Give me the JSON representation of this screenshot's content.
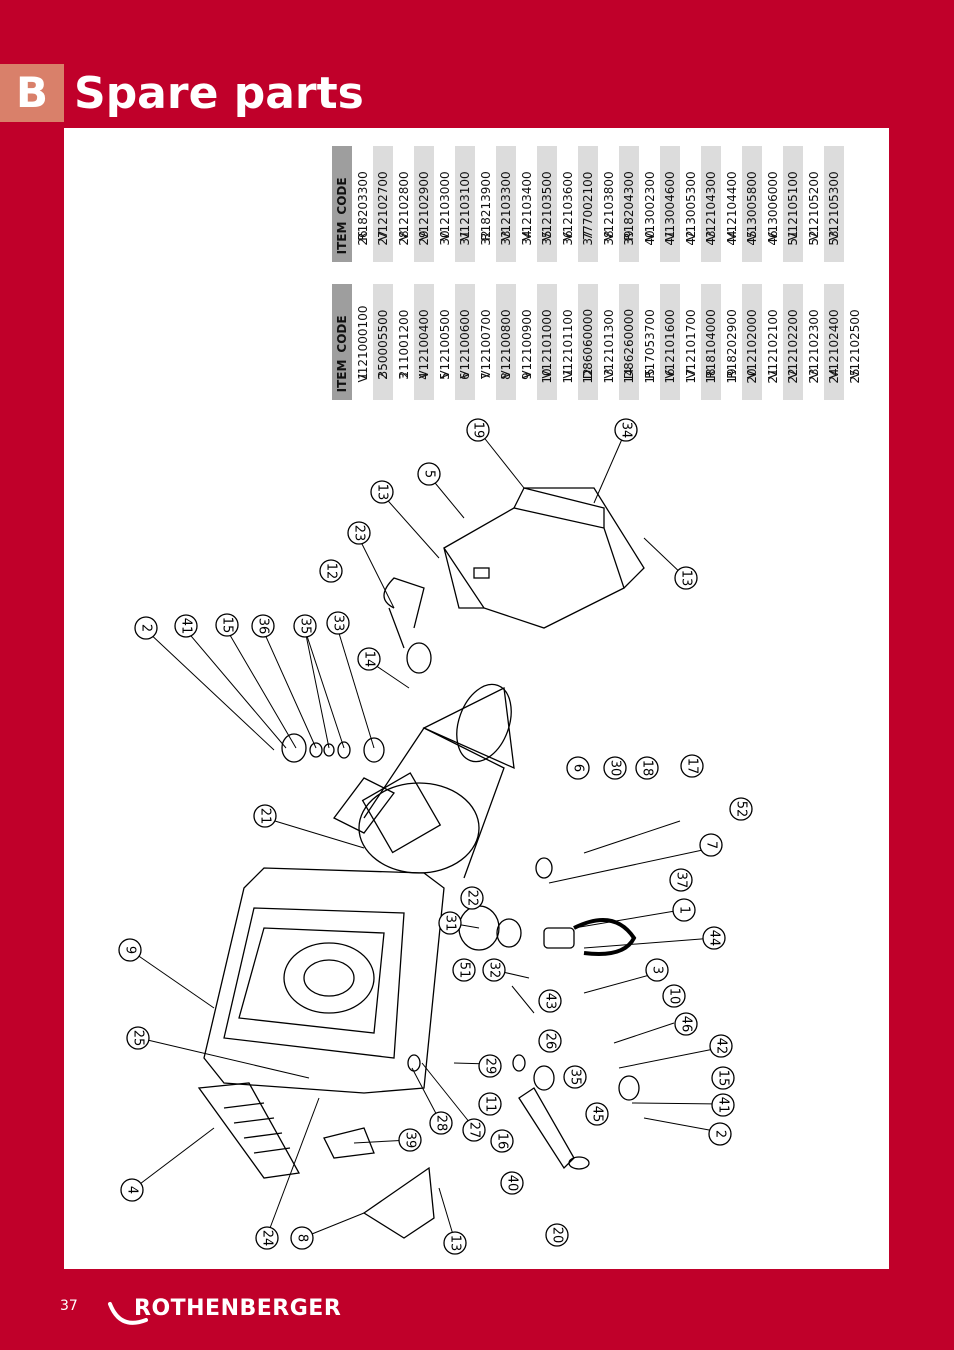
{
  "section": {
    "letter": "B",
    "title": "Spare parts"
  },
  "table": {
    "header_item": "ITEM",
    "header_code": "CODE",
    "left": [
      {
        "item": "1",
        "code": "V12100010​0"
      },
      {
        "item": "2",
        "code": "350005500"
      },
      {
        "item": "3",
        "code": "211001200"
      },
      {
        "item": "4",
        "code": "V12100400"
      },
      {
        "item": "5",
        "code": "V12100500"
      },
      {
        "item": "6",
        "code": "V12100600"
      },
      {
        "item": "7",
        "code": "V12100700"
      },
      {
        "item": "8",
        "code": "V12100800"
      },
      {
        "item": "9",
        "code": "V12100900"
      },
      {
        "item": "10",
        "code": "V12101000"
      },
      {
        "item": "11",
        "code": "V12101100"
      },
      {
        "item": "12",
        "code": "D86060000"
      },
      {
        "item": "13",
        "code": "V12101300"
      },
      {
        "item": "14",
        "code": "D86260000"
      },
      {
        "item": "15",
        "code": "R17053700"
      },
      {
        "item": "16",
        "code": "V12101600"
      },
      {
        "item": "17",
        "code": "V12101700"
      },
      {
        "item": "18",
        "code": "R18104000"
      },
      {
        "item": "19",
        "code": "R18202900"
      },
      {
        "item": "20",
        "code": "V12102000"
      },
      {
        "item": "21",
        "code": "V12102100"
      },
      {
        "item": "22",
        "code": "V12102200"
      },
      {
        "item": "23",
        "code": "V12102300"
      },
      {
        "item": "24",
        "code": "V12102400"
      },
      {
        "item": "25",
        "code": "V12102500"
      }
    ],
    "right": [
      {
        "item": "26",
        "code": "R18203300"
      },
      {
        "item": "27",
        "code": "V12102700"
      },
      {
        "item": "28",
        "code": "V12102800"
      },
      {
        "item": "29",
        "code": "V12102900"
      },
      {
        "item": "30",
        "code": "V12103000"
      },
      {
        "item": "31",
        "code": "V12103100"
      },
      {
        "item": "32",
        "code": "R18213900"
      },
      {
        "item": "33",
        "code": "V12103300"
      },
      {
        "item": "34",
        "code": "V12103400"
      },
      {
        "item": "35",
        "code": "V12103500"
      },
      {
        "item": "36",
        "code": "V12103600"
      },
      {
        "item": "37",
        "code": "777002100"
      },
      {
        "item": "38",
        "code": "V12103800"
      },
      {
        "item": "39",
        "code": "R18204300"
      },
      {
        "item": "40",
        "code": "V13002300"
      },
      {
        "item": "41",
        "code": "V13004600"
      },
      {
        "item": "42",
        "code": "V13005300"
      },
      {
        "item": "43",
        "code": "V12104300"
      },
      {
        "item": "44",
        "code": "V12104400"
      },
      {
        "item": "45",
        "code": "V13005800"
      },
      {
        "item": "46",
        "code": "V13006000"
      },
      {
        "item": "51",
        "code": "V12105100"
      },
      {
        "item": "52",
        "code": "V12105200"
      },
      {
        "item": "53",
        "code": "V12105300"
      }
    ]
  },
  "callouts": [
    "2",
    "41",
    "15",
    "36",
    "35",
    "33",
    "14",
    "12",
    "23",
    "13",
    "5",
    "19",
    "34",
    "13",
    "21",
    "9",
    "25",
    "4",
    "24",
    "8",
    "13",
    "39",
    "28",
    "27",
    "29",
    "51",
    "31",
    "22",
    "32",
    "26",
    "43",
    "11",
    "16",
    "40",
    "20",
    "35",
    "45",
    "6",
    "30",
    "18",
    "17",
    "52",
    "7",
    "37",
    "1",
    "44",
    "3",
    "10",
    "46",
    "42",
    "15",
    "41",
    "2"
  ],
  "footer": {
    "page": "37",
    "brand": "ROTHENBERGER"
  },
  "colors": {
    "background": "#c0002a",
    "badge": "#d9806a",
    "panel": "#ffffff",
    "row_alt": "#dcdcdc",
    "header": "#9e9e9e"
  }
}
